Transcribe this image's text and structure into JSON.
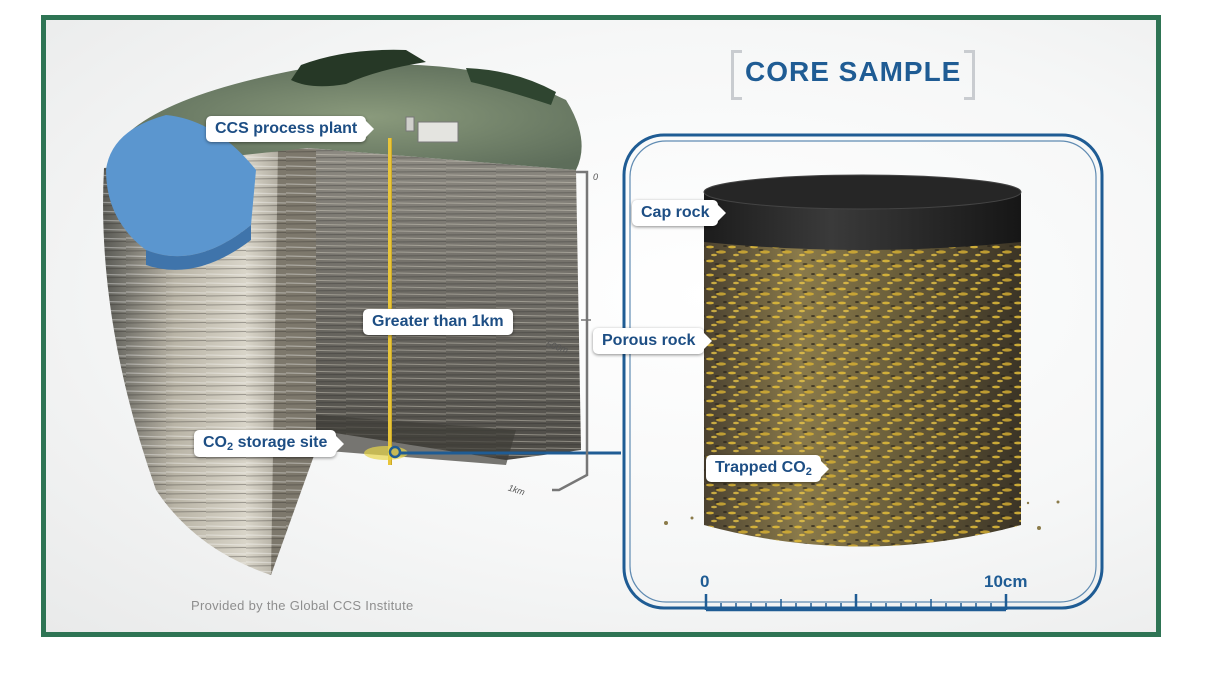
{
  "core_title": "CORE SAMPLE",
  "labels": {
    "process_plant": "CCS process plant",
    "greater_than": "Greater than 1km",
    "storage_site_prefix": "CO",
    "storage_site_sub": "2",
    "storage_site_suffix": " storage site",
    "cap_rock": "Cap rock",
    "porous_rock": "Porous rock",
    "trapped_prefix": "Trapped CO",
    "trapped_sub": "2"
  },
  "depth_scale": {
    "top": "0",
    "middle": "500m",
    "bottom": "1km"
  },
  "ruler": {
    "start": "0",
    "end": "10cm"
  },
  "credit": "Provided by the Global CCS Institute",
  "colors": {
    "frame_border": "#2e7454",
    "label_text": "#1d4e84",
    "core_outline": "#1f5c94",
    "pipe": "#e8c53a",
    "water": "#5b96cf"
  }
}
